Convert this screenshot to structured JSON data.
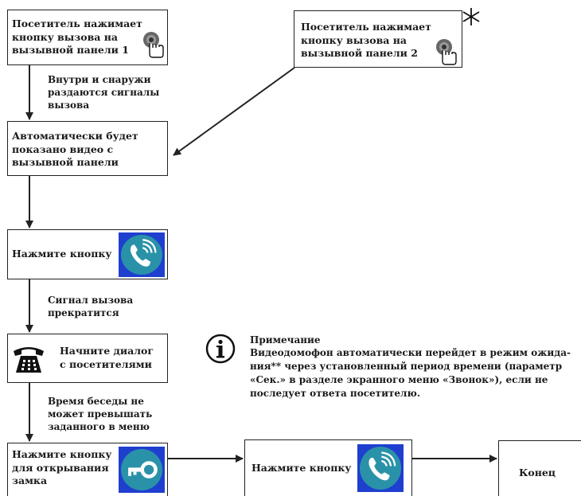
{
  "boxes": {
    "press_panel1": "Посетитель нажимает\nкнопку вызова на\nвызывной панели 1",
    "press_panel2": "Посетитель нажимает\nкнопку вызова на\nвызывной панели 2",
    "auto_video": "Автоматически будет\nпоказано  видео с\nвызывной панели",
    "press_button": "Нажмите кнопку",
    "start_dialog": "Начните диалог\nс посетителями",
    "open_lock": "Нажмите кнопку\nдля открывания\nзамка",
    "press_button_end": "Нажмите кнопку",
    "end": "Конец"
  },
  "notes": {
    "signals": "Внутри и снаружи\nраздаются сигналы\nвызова",
    "stop_signal": "Сигнал вызова\nпрекратится",
    "talk_time": "Время беседы не\nможет превышать\nзаданного в меню"
  },
  "remark": {
    "title": "Примечание",
    "body": "Видеодомофон автоматически перейдет в режим ожида-\nния** через установленный период времени (параметр\n«Сек.» в разделе экранного меню «Звонок»), если не\nпоследует ответа посетителю."
  },
  "colors": {
    "button_square": "#1f3fcf",
    "button_circle": "#2a92a8",
    "line": "#222222"
  },
  "icons": [
    "touch-button-icon",
    "phone-call-icon",
    "telephone-icon",
    "key-icon",
    "info-icon",
    "asterisk-icon"
  ]
}
